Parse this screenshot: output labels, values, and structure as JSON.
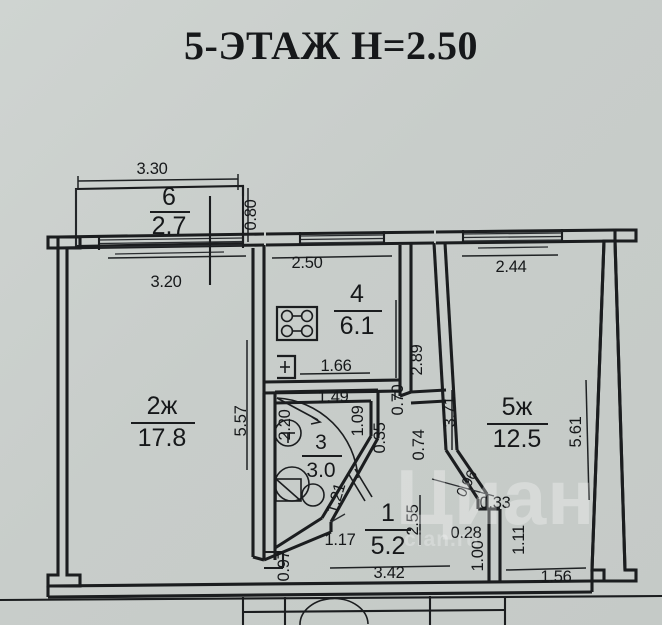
{
  "document": {
    "type": "floor-plan",
    "title": "5-ЭТАЖ  H=2.50",
    "floor": "5-ЭТАЖ",
    "ceiling_height_label": "H=2.50",
    "units": "meters",
    "background_color": "#c9cecb",
    "line_color": "#1b1d1f"
  },
  "watermark": {
    "main": "Циан",
    "sub": "cian.ru"
  },
  "rooms": [
    {
      "id": "room-6",
      "number": "6",
      "area": "2.7",
      "name_hint": "balcony"
    },
    {
      "id": "room-2zh",
      "number": "2ж",
      "area": "17.8",
      "name_hint": "living-room"
    },
    {
      "id": "room-4",
      "number": "4",
      "area": "6.1",
      "name_hint": "kitchen"
    },
    {
      "id": "room-3",
      "number": "3",
      "area": "3.0",
      "name_hint": "bathroom"
    },
    {
      "id": "room-1",
      "number": "1",
      "area": "5.2",
      "name_hint": "hallway"
    },
    {
      "id": "room-5zh",
      "number": "5ж",
      "area": "12.5",
      "name_hint": "bedroom"
    }
  ],
  "dimensions": {
    "balcony_width": "3.30",
    "balcony_depth": "0.80",
    "living_width": "3.20",
    "living_height": "5.57",
    "kitchen_width": "2.50",
    "kitchen_height": "2.89",
    "kitchen_lower": "1.66",
    "bath_diag": "1.49",
    "bath_left": "2.20",
    "bath_right": "1.09",
    "bath_notch": "0.35",
    "bath_bottom_diag": "1.21",
    "corridor_top": "0.70",
    "corridor_right": "0.74",
    "hall_bottom": "3.42",
    "hall_right": "2.55",
    "hall_left": "1.17",
    "hall_step": "0.97",
    "bed_width": "2.44",
    "bed_inner_left": "3.71",
    "bed_right": "5.61",
    "niche_diag": "0.96",
    "niche_a": "0.33",
    "niche_b": "0.28",
    "niche_c": "1.00",
    "niche_d": "1.11",
    "niche_e": "1.56"
  }
}
